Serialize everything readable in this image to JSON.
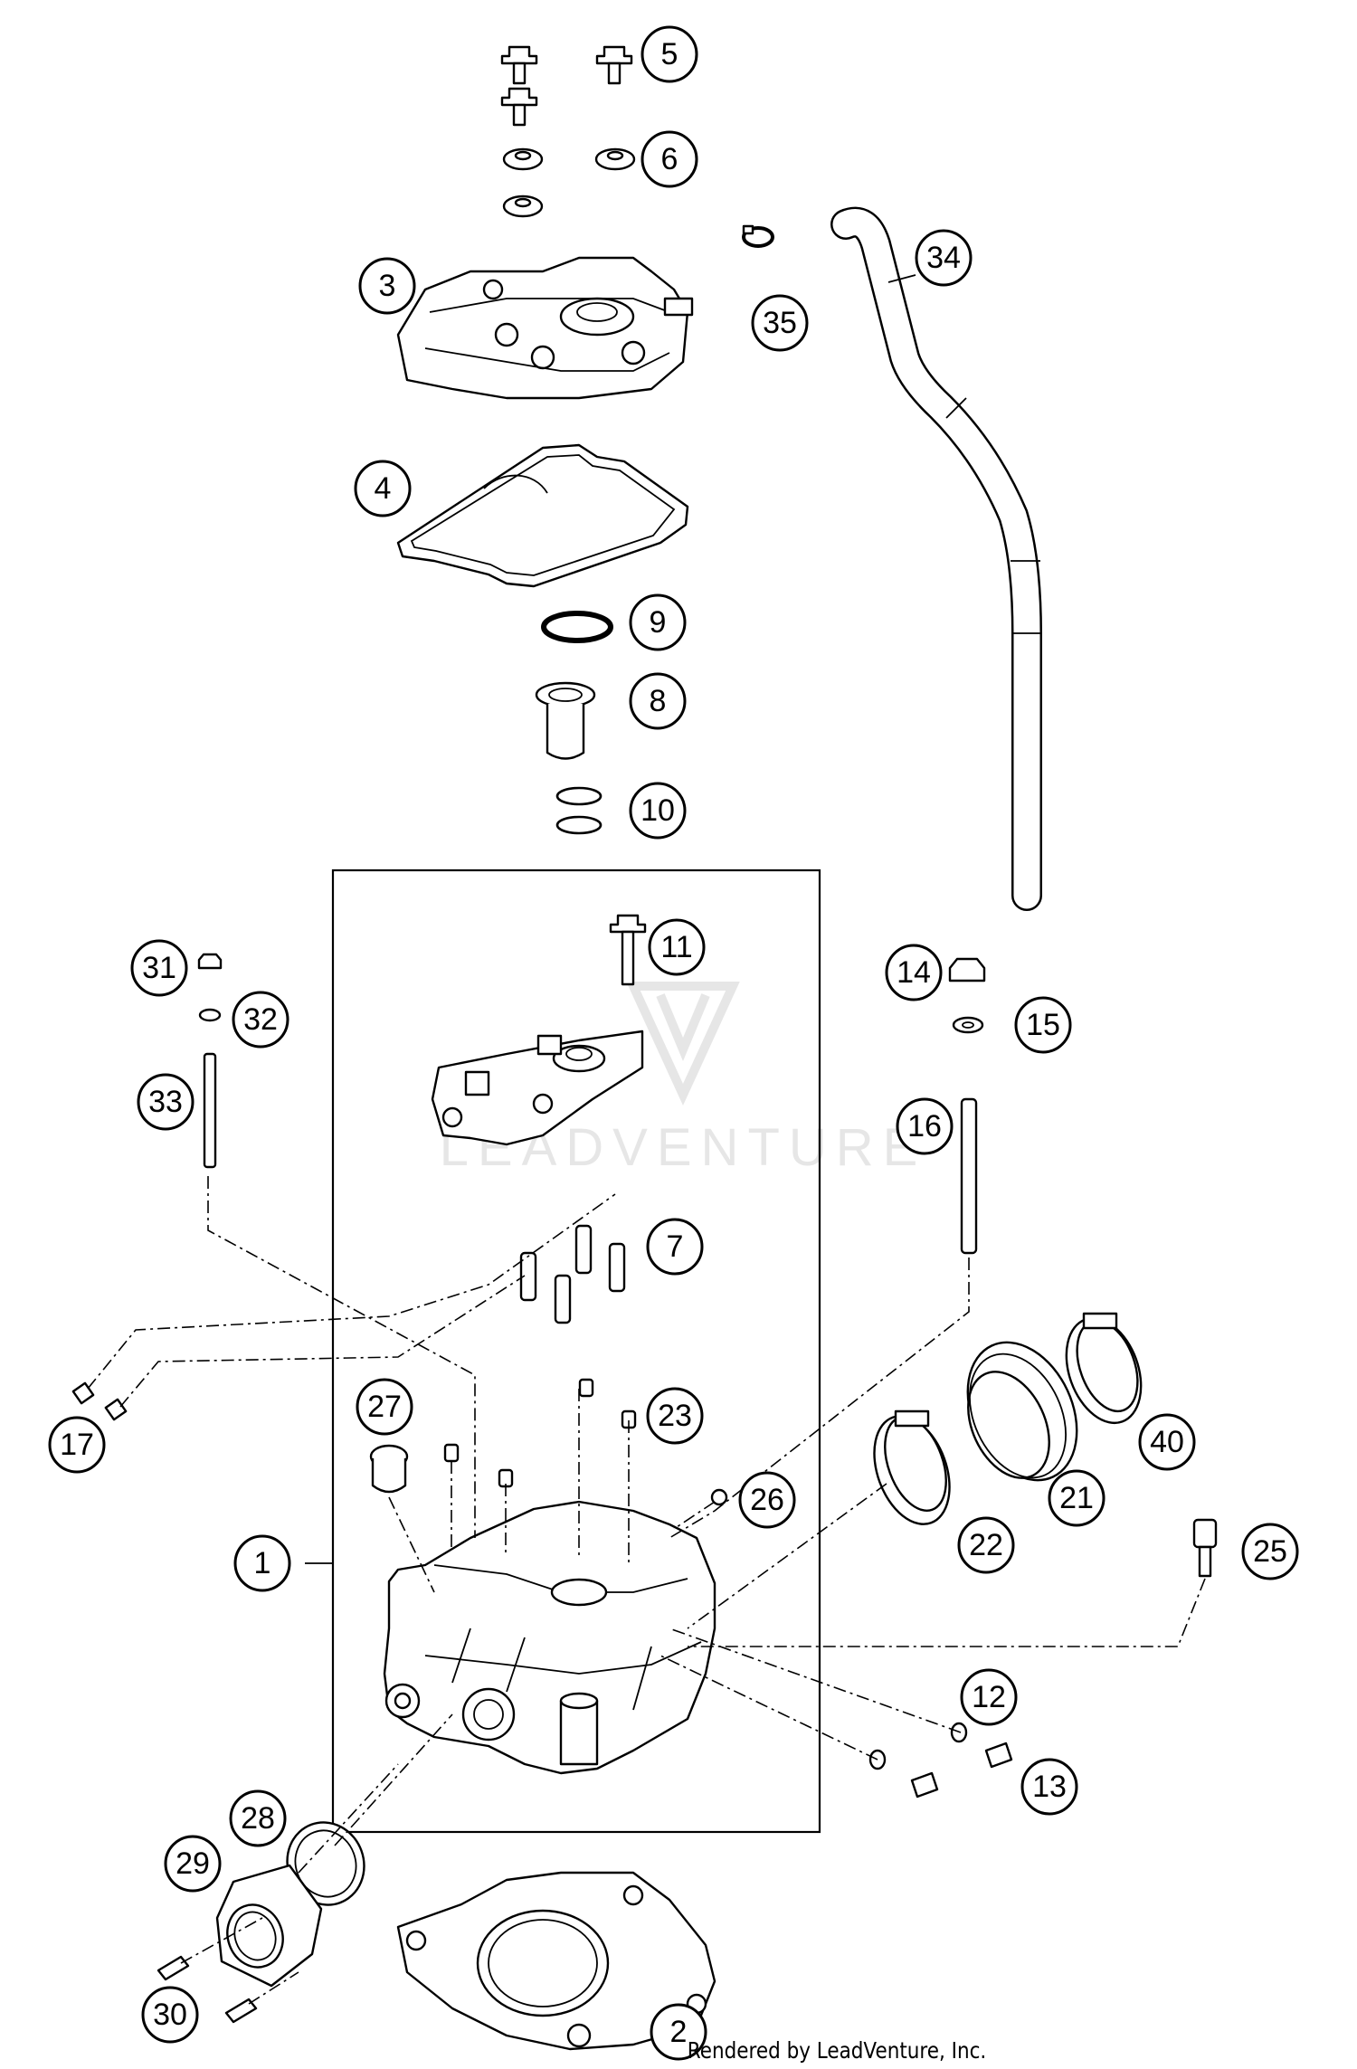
{
  "watermark": {
    "text": "LEADVENTURE"
  },
  "credit": "Rendered by LeadVenture, Inc.",
  "callouts": [
    {
      "id": "1",
      "label": "1"
    },
    {
      "id": "2",
      "label": "2"
    },
    {
      "id": "3",
      "label": "3"
    },
    {
      "id": "4",
      "label": "4"
    },
    {
      "id": "5",
      "label": "5"
    },
    {
      "id": "6",
      "label": "6"
    },
    {
      "id": "7",
      "label": "7"
    },
    {
      "id": "8",
      "label": "8"
    },
    {
      "id": "9",
      "label": "9"
    },
    {
      "id": "10",
      "label": "10"
    },
    {
      "id": "11",
      "label": "11"
    },
    {
      "id": "12",
      "label": "12"
    },
    {
      "id": "13",
      "label": "13"
    },
    {
      "id": "14",
      "label": "14"
    },
    {
      "id": "15",
      "label": "15"
    },
    {
      "id": "16",
      "label": "16"
    },
    {
      "id": "17",
      "label": "17"
    },
    {
      "id": "21",
      "label": "21"
    },
    {
      "id": "22",
      "label": "22"
    },
    {
      "id": "23",
      "label": "23"
    },
    {
      "id": "25",
      "label": "25"
    },
    {
      "id": "26",
      "label": "26"
    },
    {
      "id": "27",
      "label": "27"
    },
    {
      "id": "28",
      "label": "28"
    },
    {
      "id": "29",
      "label": "29"
    },
    {
      "id": "30",
      "label": "30"
    },
    {
      "id": "31",
      "label": "31"
    },
    {
      "id": "32",
      "label": "32"
    },
    {
      "id": "33",
      "label": "33"
    },
    {
      "id": "34",
      "label": "34"
    },
    {
      "id": "35",
      "label": "35"
    },
    {
      "id": "40",
      "label": "40"
    }
  ]
}
